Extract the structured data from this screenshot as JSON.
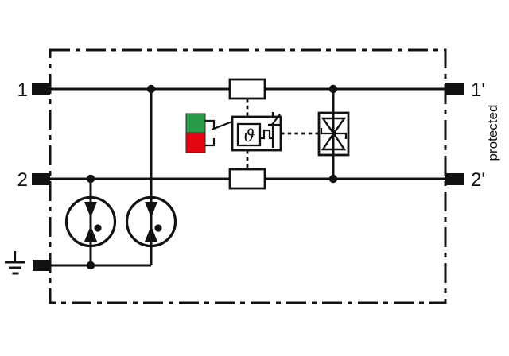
{
  "canvas": {
    "background": "#ffffff",
    "ink": "#121212"
  },
  "terminals": {
    "line1_in": "1",
    "line2_in": "2",
    "line1_out": "1'",
    "line2_out": "2'"
  },
  "labels": {
    "protected_side": "protected",
    "thermal_symbol": "ϑ"
  },
  "status_indicator": {
    "ok_color": "#2a9c49",
    "fault_color": "#e30613"
  },
  "icons": [
    "earth-ground-icon",
    "gas-discharge-tube-icon",
    "series-decoupling-resistor",
    "thermal-disconnect-icon",
    "status-changeover-contact",
    "bidirectional-tvs-diode-icon"
  ]
}
